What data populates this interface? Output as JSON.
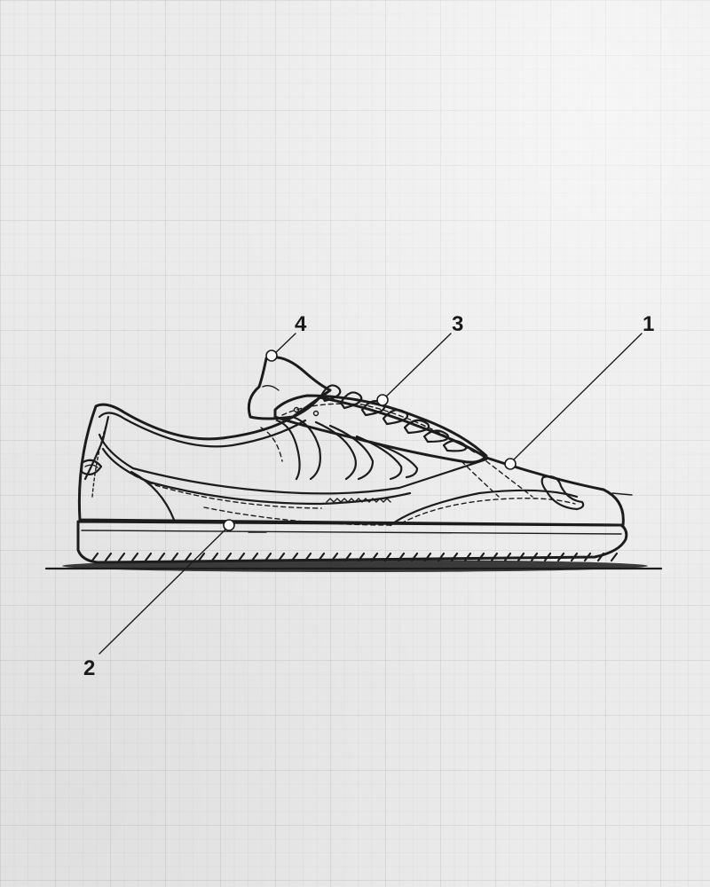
{
  "diagram": {
    "subject": "sneaker-side-view",
    "colors": {
      "ink": "#1c1c1c",
      "paper": "#ebebeb",
      "shoe_fill": "#f4f4f4"
    },
    "callouts": [
      {
        "id": "1",
        "label": "1"
      },
      {
        "id": "2",
        "label": "2"
      },
      {
        "id": "3",
        "label": "3"
      },
      {
        "id": "4",
        "label": "4"
      }
    ]
  }
}
